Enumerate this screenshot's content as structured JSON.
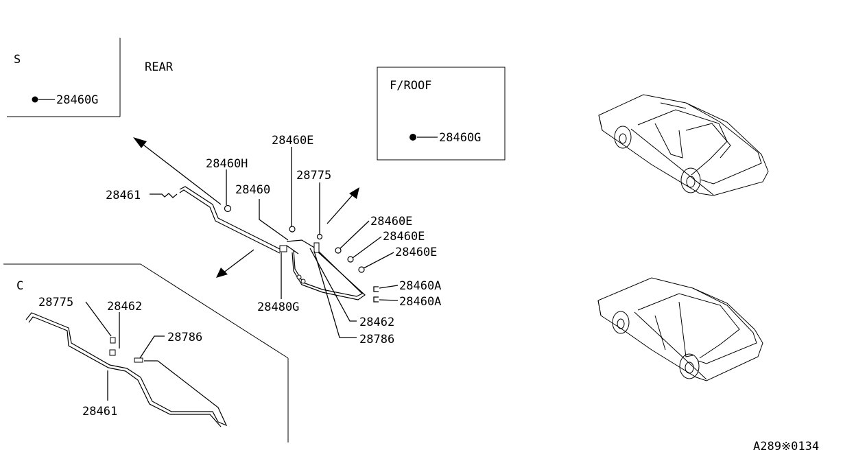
{
  "sections": {
    "s": "S",
    "rear": "REAR",
    "froof": "F/ROOF",
    "c": "C"
  },
  "labels": {
    "s_28460G": "28460G",
    "froof_28460G": "28460G",
    "p28460E_top": "28460E",
    "p28460H": "28460H",
    "p28775": "28775",
    "p28460": "28460",
    "p28461": "28461",
    "p28460E_1": "28460E",
    "p28460E_2": "28460E",
    "p28460E_3": "28460E",
    "p28460A_1": "28460A",
    "p28460A_2": "28460A",
    "p28480G": "28480G",
    "p28462": "28462",
    "p28786": "28786",
    "c_28775": "28775",
    "c_28462": "28462",
    "c_28786": "28786",
    "c_28461": "28461"
  },
  "diagram_code": "A289※0134"
}
